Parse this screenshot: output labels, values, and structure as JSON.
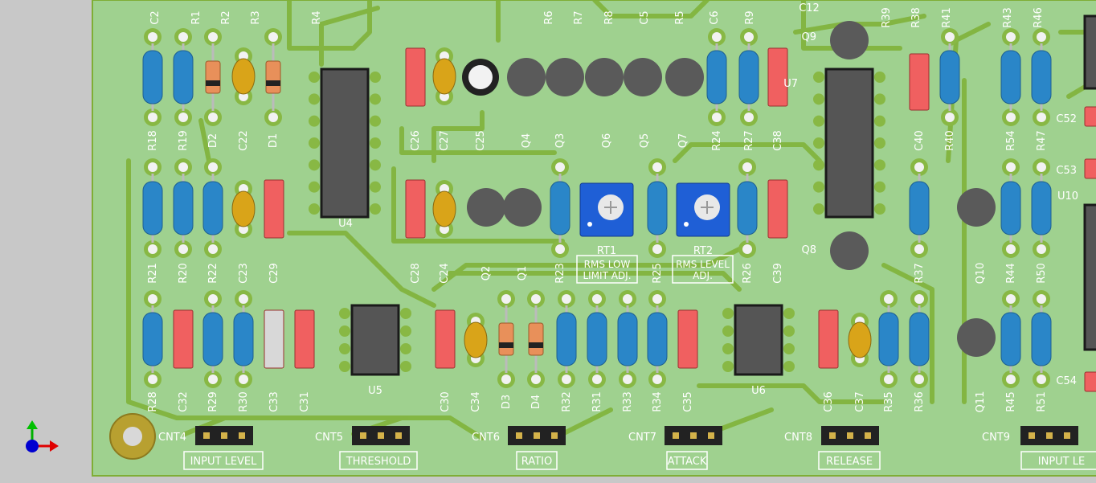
{
  "colors": {
    "background": "#c8c8c8",
    "board": "#9fd18f",
    "copper": "#88b844",
    "trace": "#7fae36",
    "silkscreen": "#ffffff",
    "resistor": "#2a86c8",
    "capacitor_film": "#f06060",
    "capacitor_ceramic": "#d9a419",
    "ic_body": "#555555",
    "transistor": "#5a5a5a",
    "trimmer": "#1f5fd6",
    "diode": "#e8905a"
  },
  "labels": {
    "top": [
      "C2",
      "R1",
      "R2",
      "R3",
      "R4",
      "R6",
      "R7",
      "R8",
      "C5",
      "R5",
      "C6",
      "R9",
      "C12",
      "R39",
      "R38",
      "R41",
      "R43",
      "R46"
    ],
    "row1_below": [
      "R18",
      "R19",
      "D2",
      "C22",
      "D1",
      "C26",
      "C27",
      "C25",
      "Q4",
      "Q3",
      "Q6",
      "Q5",
      "Q7",
      "R24",
      "R27",
      "C38",
      "C40",
      "R40",
      "R54",
      "R47"
    ],
    "row2_below": [
      "R21",
      "R20",
      "R22",
      "C23",
      "C29",
      "C28",
      "C24",
      "Q2",
      "Q1",
      "R23",
      "R25",
      "R26",
      "C39",
      "R37",
      "Q10",
      "R44",
      "R50"
    ],
    "row3_below": [
      "R28",
      "C32",
      "R29",
      "R30",
      "C33",
      "C31",
      "C30",
      "C34",
      "D3",
      "D4",
      "R32",
      "R31",
      "R33",
      "R34",
      "C35",
      "C36",
      "C37",
      "R35",
      "R36",
      "Q11",
      "R45",
      "R51"
    ],
    "side": [
      "U7",
      "Q9",
      "Q8",
      "C52",
      "C53",
      "U10",
      "C54"
    ],
    "ics": [
      "U4",
      "U5",
      "U6"
    ],
    "trimmers": [
      "RT1",
      "RT2"
    ],
    "trimmer_notes": [
      [
        "RMS LOW",
        "LIMIT ADJ."
      ],
      [
        "RMS LEVEL",
        "ADJ."
      ]
    ],
    "connectors": [
      "CNT4",
      "CNT5",
      "CNT6",
      "CNT7",
      "CNT8",
      "CNT9"
    ],
    "connector_names": [
      "INPUT LEVEL",
      "THRESHOLD",
      "RATIO",
      "ATTACK",
      "RELEASE",
      "INPUT LE"
    ]
  }
}
